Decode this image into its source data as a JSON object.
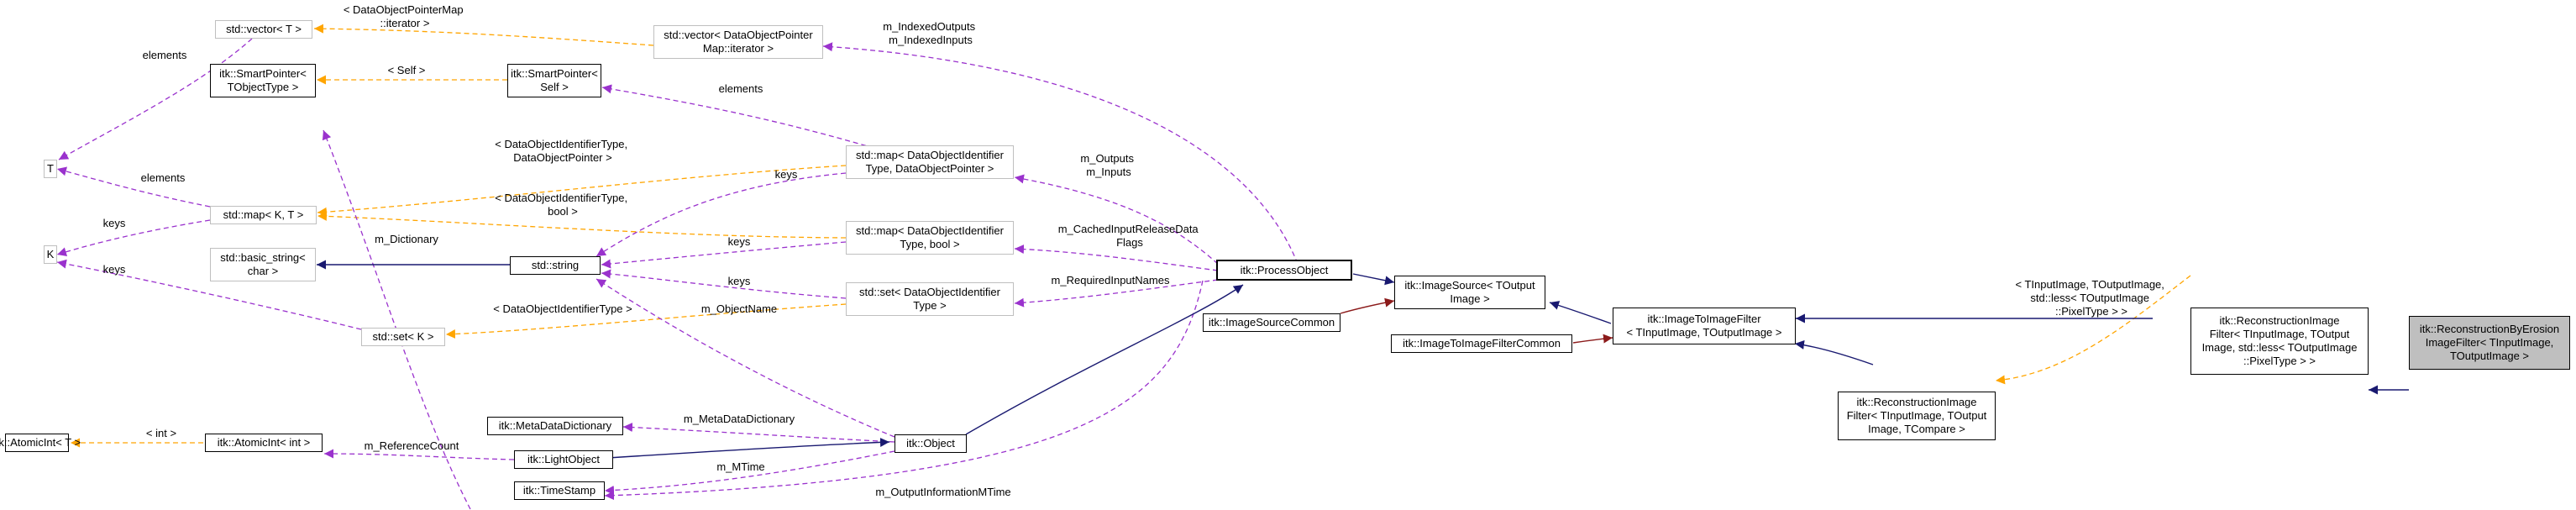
{
  "nodes": {
    "vector_T": "std::vector< T >",
    "T": "T",
    "smartptr_TObjectType": "itk::SmartPointer<\nTObjectType >",
    "K": "K",
    "atomicint_T": "itk::AtomicInt< T >",
    "map_KT": "std::map< K, T >",
    "basic_string": "std::basic_string<\nchar >",
    "set_K": "std::set< K >",
    "atomicint_int": "itk::AtomicInt< int >",
    "vector_dop": "std::vector< DataObjectPointer\nMap::iterator >",
    "smartptr_self": "itk::SmartPointer<\nSelf >",
    "std_string": "std::string",
    "metadata_dict": "itk::MetaDataDictionary",
    "lightobject": "itk::LightObject",
    "timestamp": "itk::TimeStamp",
    "map_doi_dop": "std::map< DataObjectIdentifier\nType, DataObjectPointer >",
    "map_doi_bool": "std::map< DataObjectIdentifier\nType, bool >",
    "set_doi": "std::set< DataObjectIdentifier\nType >",
    "object": "itk::Object",
    "processobject": "itk::ProcessObject",
    "imagesourcecommon": "itk::ImageSourceCommon",
    "imagesource": "itk::ImageSource< TOutput\nImage >",
    "imagetoimagefiltercommon": "itk::ImageToImageFilterCommon",
    "imagetoimagefilter": "itk::ImageToImageFilter\n< TInputImage, TOutputImage >",
    "recon_tcompare": "itk::ReconstructionImage\nFilter< TInputImage, TOutput\nImage, TCompare >",
    "recon_less": "itk::ReconstructionImage\nFilter< TInputImage, TOutput\nImage, std::less< TOutputImage\n::PixelType > >",
    "recon_by_erosion": "itk::ReconstructionByErosion\nImageFilter< TInputImage,\nTOutputImage >"
  },
  "edge_labels": {
    "dop_map_iterator": "< DataObjectPointerMap\n::iterator >",
    "elements_top": "elements",
    "self": "< Self >",
    "elements_smartptr": "elements",
    "indexed": "m_IndexedOutputs\nm_IndexedInputs",
    "doi_dop": "< DataObjectIdentifierType,\nDataObjectPointer >",
    "elements_map": "elements",
    "keys_map_dop": "keys",
    "outputs_inputs": "m_Outputs\nm_Inputs",
    "keys_K": "keys",
    "doi_bool": "< DataObjectIdentifierType,\nbool >",
    "dictionary": "m_Dictionary",
    "keys_map_bool": "keys",
    "cached": "m_CachedInputReleaseData\nFlags",
    "keys_set": "keys",
    "keys_set_K": "keys",
    "doi_type": "< DataObjectIdentifierType >",
    "objectname": "m_ObjectName",
    "required": "m_RequiredInputNames",
    "metadata": "m_MetaDataDictionary",
    "int": "< int >",
    "refcount": "m_ReferenceCount",
    "mtime": "m_MTime",
    "output_info_mtime": "m_OutputInformationMTime",
    "pixeltype_args": "< TInputImage, TOutputImage,\nstd::less< TOutputImage\n::PixelType > >"
  },
  "colors": {
    "inheritance": "#191970",
    "usage": "#9a32cd",
    "template": "#ffa500",
    "private": "#8b1a1a"
  }
}
